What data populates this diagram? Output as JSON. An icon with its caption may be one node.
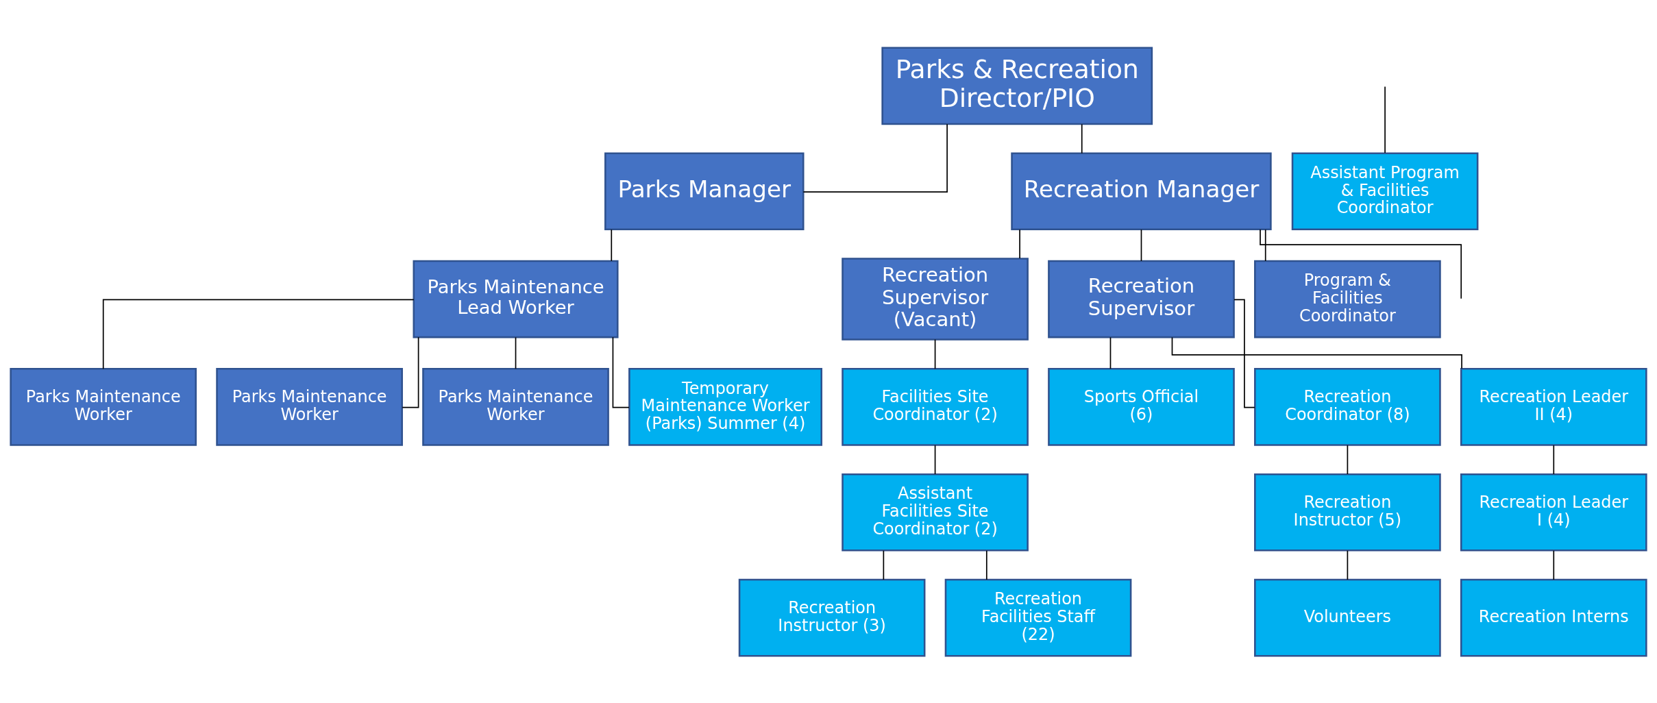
{
  "diagram": {
    "nodes": [
      {
        "text": [
          "Parks & Recreation Director/PIO"
        ]
      },
      {
        "text": [
          "Parks Manager"
        ]
      },
      {
        "text": [
          "Recreation Manager"
        ]
      },
      {
        "text": [
          "Parks Maintenance Lead Worker"
        ]
      },
      {
        "text": [
          "Parks Maintenance Worker"
        ]
      },
      {
        "text": [
          "Parks Maintenance Worker"
        ]
      },
      {
        "text": [
          "Parks Maintenance Worker"
        ]
      },
      {
        "text": [
          "Temporary Maintenance Worker (Parks) Summer (4)"
        ]
      },
      {
        "text": [
          "Recreation Supervisor (Vacant)"
        ]
      },
      {
        "text": [
          "Recreation Supervisor"
        ]
      },
      {
        "text": [
          "Program & Facilities Coordinator"
        ]
      },
      {
        "text": [
          "Facilities Site Coordinator (2)"
        ]
      },
      {
        "text": [
          "Assistant Facilities Site Coordinator (2)"
        ]
      },
      {
        "text": [
          "Recreation Instructor (3)"
        ]
      },
      {
        "text": [
          "Recreation Facilities Staff (22)"
        ]
      },
      {
        "text": [
          "Sports Official (6)"
        ]
      },
      {
        "text": [
          "Recreation Coordinator (8)"
        ]
      },
      {
        "text": [
          "Recreation Leader II (4)"
        ]
      },
      {
        "text": [
          "Recreation Instructor (5)"
        ]
      },
      {
        "text": [
          "Volunteers"
        ]
      },
      {
        "text": [
          "Recreation Leader I (4)"
        ]
      },
      {
        "text": [
          "Recreation Interns"
        ]
      },
      {
        "text": [
          "Assistant Program & Facilities Coordinator"
        ]
      }
    ],
    "edges": [
      {
        "from": 0,
        "to": 1,
        "arrow": "none"
      },
      {
        "from": 0,
        "to": 2,
        "arrow": "none"
      },
      {
        "from": 1,
        "to": 3,
        "arrow": "none"
      },
      {
        "from": 3,
        "to": 4,
        "arrow": "none"
      },
      {
        "from": 3,
        "to": 5,
        "arrow": "none"
      },
      {
        "from": 3,
        "to": 6,
        "arrow": "none"
      },
      {
        "from": 3,
        "to": 7,
        "arrow": "none"
      },
      {
        "from": 2,
        "to": 8,
        "arrow": "none"
      },
      {
        "from": 2,
        "to": 9,
        "arrow": "none"
      },
      {
        "from": 2,
        "to": 10,
        "arrow": "none"
      },
      {
        "from": 8,
        "to": 11,
        "arrow": "none"
      },
      {
        "from": 11,
        "to": 12,
        "arrow": "none"
      },
      {
        "from": 12,
        "to": 13,
        "arrow": "none"
      },
      {
        "from": 12,
        "to": 14,
        "arrow": "none"
      },
      {
        "from": 9,
        "to": 15,
        "arrow": "none"
      },
      {
        "from": 9,
        "to": 16,
        "arrow": "none"
      },
      {
        "from": 9,
        "to": 17,
        "arrow": "none"
      },
      {
        "from": 16,
        "to": 18,
        "arrow": "none"
      },
      {
        "from": 18,
        "to": 19,
        "arrow": "none"
      },
      {
        "from": 17,
        "to": 20,
        "arrow": "none"
      },
      {
        "from": 20,
        "to": 21,
        "arrow": "none"
      },
      {
        "from": 2,
        "to": null,
        "arrow": "none"
      },
      {
        "from": null,
        "to": 22,
        "arrow": "none"
      }
    ]
  }
}
